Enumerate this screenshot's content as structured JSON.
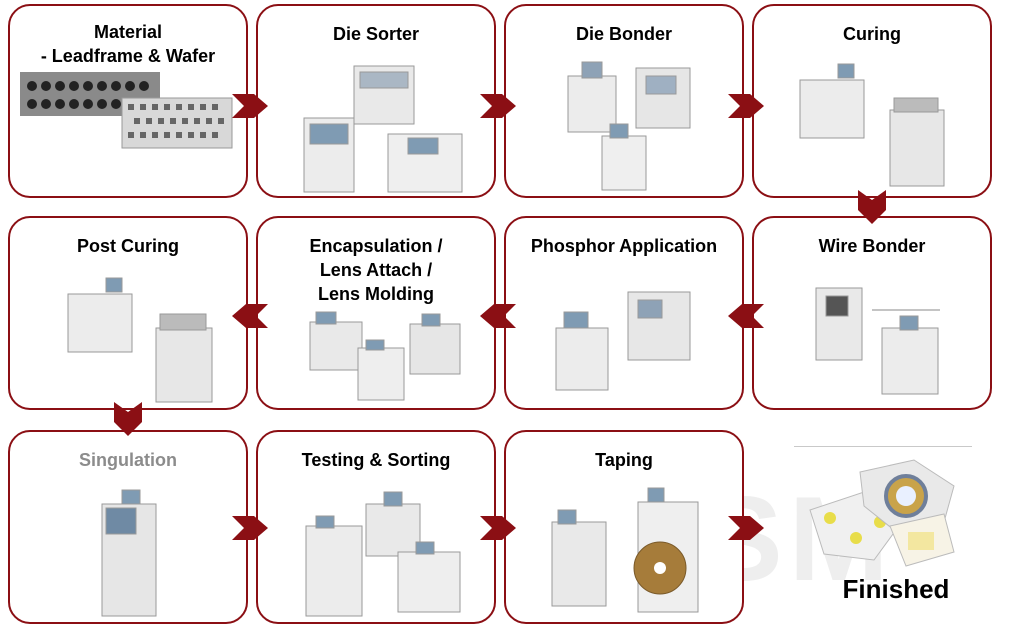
{
  "steps": [
    {
      "id": "material",
      "title": "Material\n- Leadframe & Wafer"
    },
    {
      "id": "die-sorter",
      "title": "Die Sorter"
    },
    {
      "id": "die-bonder",
      "title": "Die Bonder"
    },
    {
      "id": "curing",
      "title": "Curing"
    },
    {
      "id": "wire-bonder",
      "title": "Wire Bonder"
    },
    {
      "id": "phosphor",
      "title": "Phosphor Application"
    },
    {
      "id": "encapsulation",
      "title": "Encapsulation /\nLens Attach /\nLens Molding"
    },
    {
      "id": "post-curing",
      "title": "Post Curing"
    },
    {
      "id": "singulation",
      "title": "Singulation"
    },
    {
      "id": "testing",
      "title": "Testing & Sorting"
    },
    {
      "id": "taping",
      "title": "Taping"
    }
  ],
  "finished": {
    "label": "Finished"
  },
  "colors": {
    "border": "#8b0f14",
    "arrow": "#8b0f14",
    "muted_title": "#8c8c8c"
  },
  "watermark": "ASM"
}
